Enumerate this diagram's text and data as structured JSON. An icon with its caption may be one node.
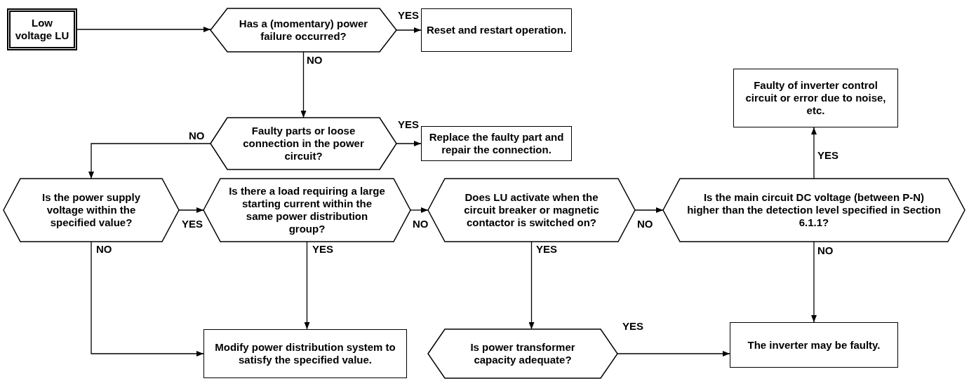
{
  "diagram": {
    "nodes": [
      {
        "text": [
          "Low voltage LU"
        ]
      },
      {
        "text": [
          "Has a (momentary) power failure occurred?"
        ]
      },
      {
        "text": [
          "Reset and restart operation."
        ]
      },
      {
        "text": [
          "Faulty parts or loose connection in the power circuit?"
        ]
      },
      {
        "text": [
          "Replace the faulty part and repair the connection."
        ]
      },
      {
        "text": [
          "Faulty of inverter control circuit or error due to noise, etc."
        ]
      },
      {
        "text": [
          "Is the power supply voltage within the specified value?"
        ]
      },
      {
        "text": [
          "Is there a load requiring a large starting current within the same power distribution group?"
        ]
      },
      {
        "text": [
          "Does LU activate when the circuit breaker or magnetic contactor is switched on?"
        ]
      },
      {
        "text": [
          "Is the main circuit DC voltage (between P-N) higher than the detection level specified in Section 6.1.1?"
        ]
      },
      {
        "text": [
          "Modify power distribution system to satisfy the specified value."
        ]
      },
      {
        "text": [
          "Is power transformer capacity adequate?"
        ]
      },
      {
        "text": [
          "The inverter may be faulty."
        ]
      }
    ],
    "edges": [
      {
        "from": 0,
        "to": 1,
        "arrow": "to"
      },
      {
        "from": 1,
        "to": 2,
        "arrow": "to",
        "label": "YES"
      },
      {
        "from": 1,
        "to": 3,
        "arrow": "to",
        "label": "NO"
      },
      {
        "from": 3,
        "to": 4,
        "arrow": "to",
        "label": "YES"
      },
      {
        "from": 3,
        "to": 6,
        "arrow": "to",
        "label": "NO"
      },
      {
        "from": 6,
        "to": 7,
        "arrow": "to",
        "label": "YES"
      },
      {
        "from": 6,
        "to": 10,
        "arrow": "to",
        "label": "NO"
      },
      {
        "from": 7,
        "to": 10,
        "arrow": "to",
        "label": "YES"
      },
      {
        "from": 7,
        "to": 8,
        "arrow": "to",
        "label": "NO"
      },
      {
        "from": 8,
        "to": 9,
        "arrow": "to",
        "label": "NO"
      },
      {
        "from": 8,
        "to": 11,
        "arrow": "to",
        "label": "YES"
      },
      {
        "from": 9,
        "to": 5,
        "arrow": "to",
        "label": "YES"
      },
      {
        "from": 9,
        "to": 12,
        "arrow": "to",
        "label": "NO"
      },
      {
        "from": 11,
        "to": 12,
        "arrow": "to",
        "label": "YES"
      }
    ]
  }
}
